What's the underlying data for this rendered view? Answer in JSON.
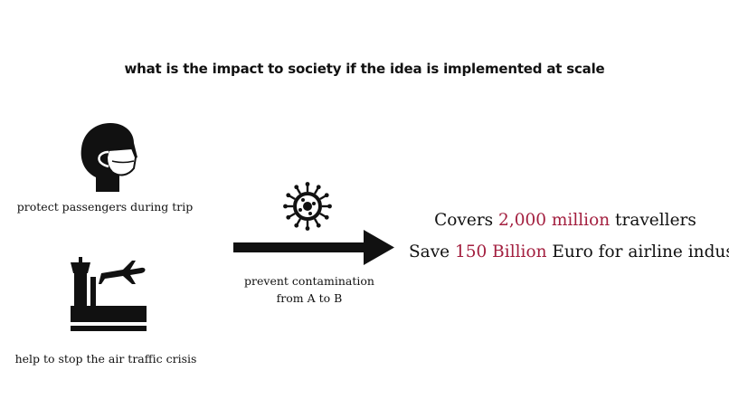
{
  "title": "what is the impact to society if the idea is implemented at scale",
  "left": {
    "passengers_caption": "protect passengers during trip",
    "traffic_caption": "help to stop the air traffic crisis"
  },
  "middle": {
    "caption_line1": "prevent contamination",
    "caption_line2": "from A to B"
  },
  "right": {
    "line1_prefix": "Covers ",
    "line1_highlight": "2,000 million",
    "line1_suffix": " travellers",
    "line2_prefix": "Save ",
    "line2_highlight": "150 Billion",
    "line2_suffix": " Euro for airline industry"
  },
  "colors": {
    "accent": "#a31f3f",
    "ink": "#111111"
  },
  "icons": {
    "head": "masked-head-icon",
    "airport": "airport-tower-plane-icon",
    "virus": "virus-icon",
    "arrow": "right-arrow-icon"
  }
}
